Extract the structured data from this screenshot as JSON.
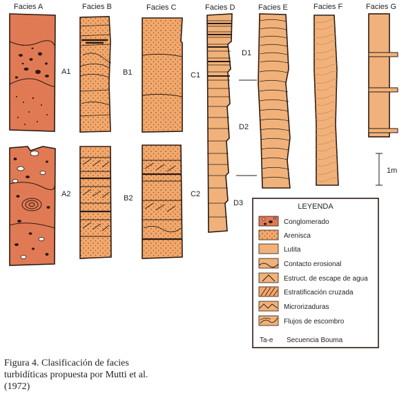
{
  "facies_labels": [
    "Facies A",
    "Facies B",
    "Facies C",
    "Facies D",
    "Facies E",
    "Facies F",
    "Facies G"
  ],
  "subfacies_labels": [
    "A1",
    "B1",
    "C1",
    "D1",
    "D2",
    "A2",
    "B2",
    "C2",
    "D3"
  ],
  "scale_label": "1m",
  "legend": {
    "title": "LEYENDA",
    "items": [
      {
        "icon": "conglomerate-swatch-icon",
        "label": "Conglomerado"
      },
      {
        "icon": "sandstone-swatch-icon",
        "label": "Arenisca"
      },
      {
        "icon": "mudstone-swatch-icon",
        "label": "Lutita"
      },
      {
        "icon": "erosional-contact-icon",
        "label": "Contacto erosional"
      },
      {
        "icon": "water-escape-icon",
        "label": "Estruct. de escape de agua"
      },
      {
        "icon": "cross-bedding-icon",
        "label": "Estratificación cruzada"
      },
      {
        "icon": "ripple-marks-icon",
        "label": "Microrizaduras"
      },
      {
        "icon": "debris-flow-icon",
        "label": "Flujos de escombro"
      }
    ],
    "bouma_code": "Ta-e",
    "bouma_label": "Secuencia Bouma"
  },
  "caption": {
    "line1": "Figura 4. Clasificación de facies",
    "line2": "turbidíticas propuesta por Mutti et al.",
    "line3": "(1972)"
  },
  "colors": {
    "facies_a": "#e07a55",
    "sand": "#f2a76b",
    "mud": "#f0b27a",
    "outline": "#2a1a12"
  }
}
